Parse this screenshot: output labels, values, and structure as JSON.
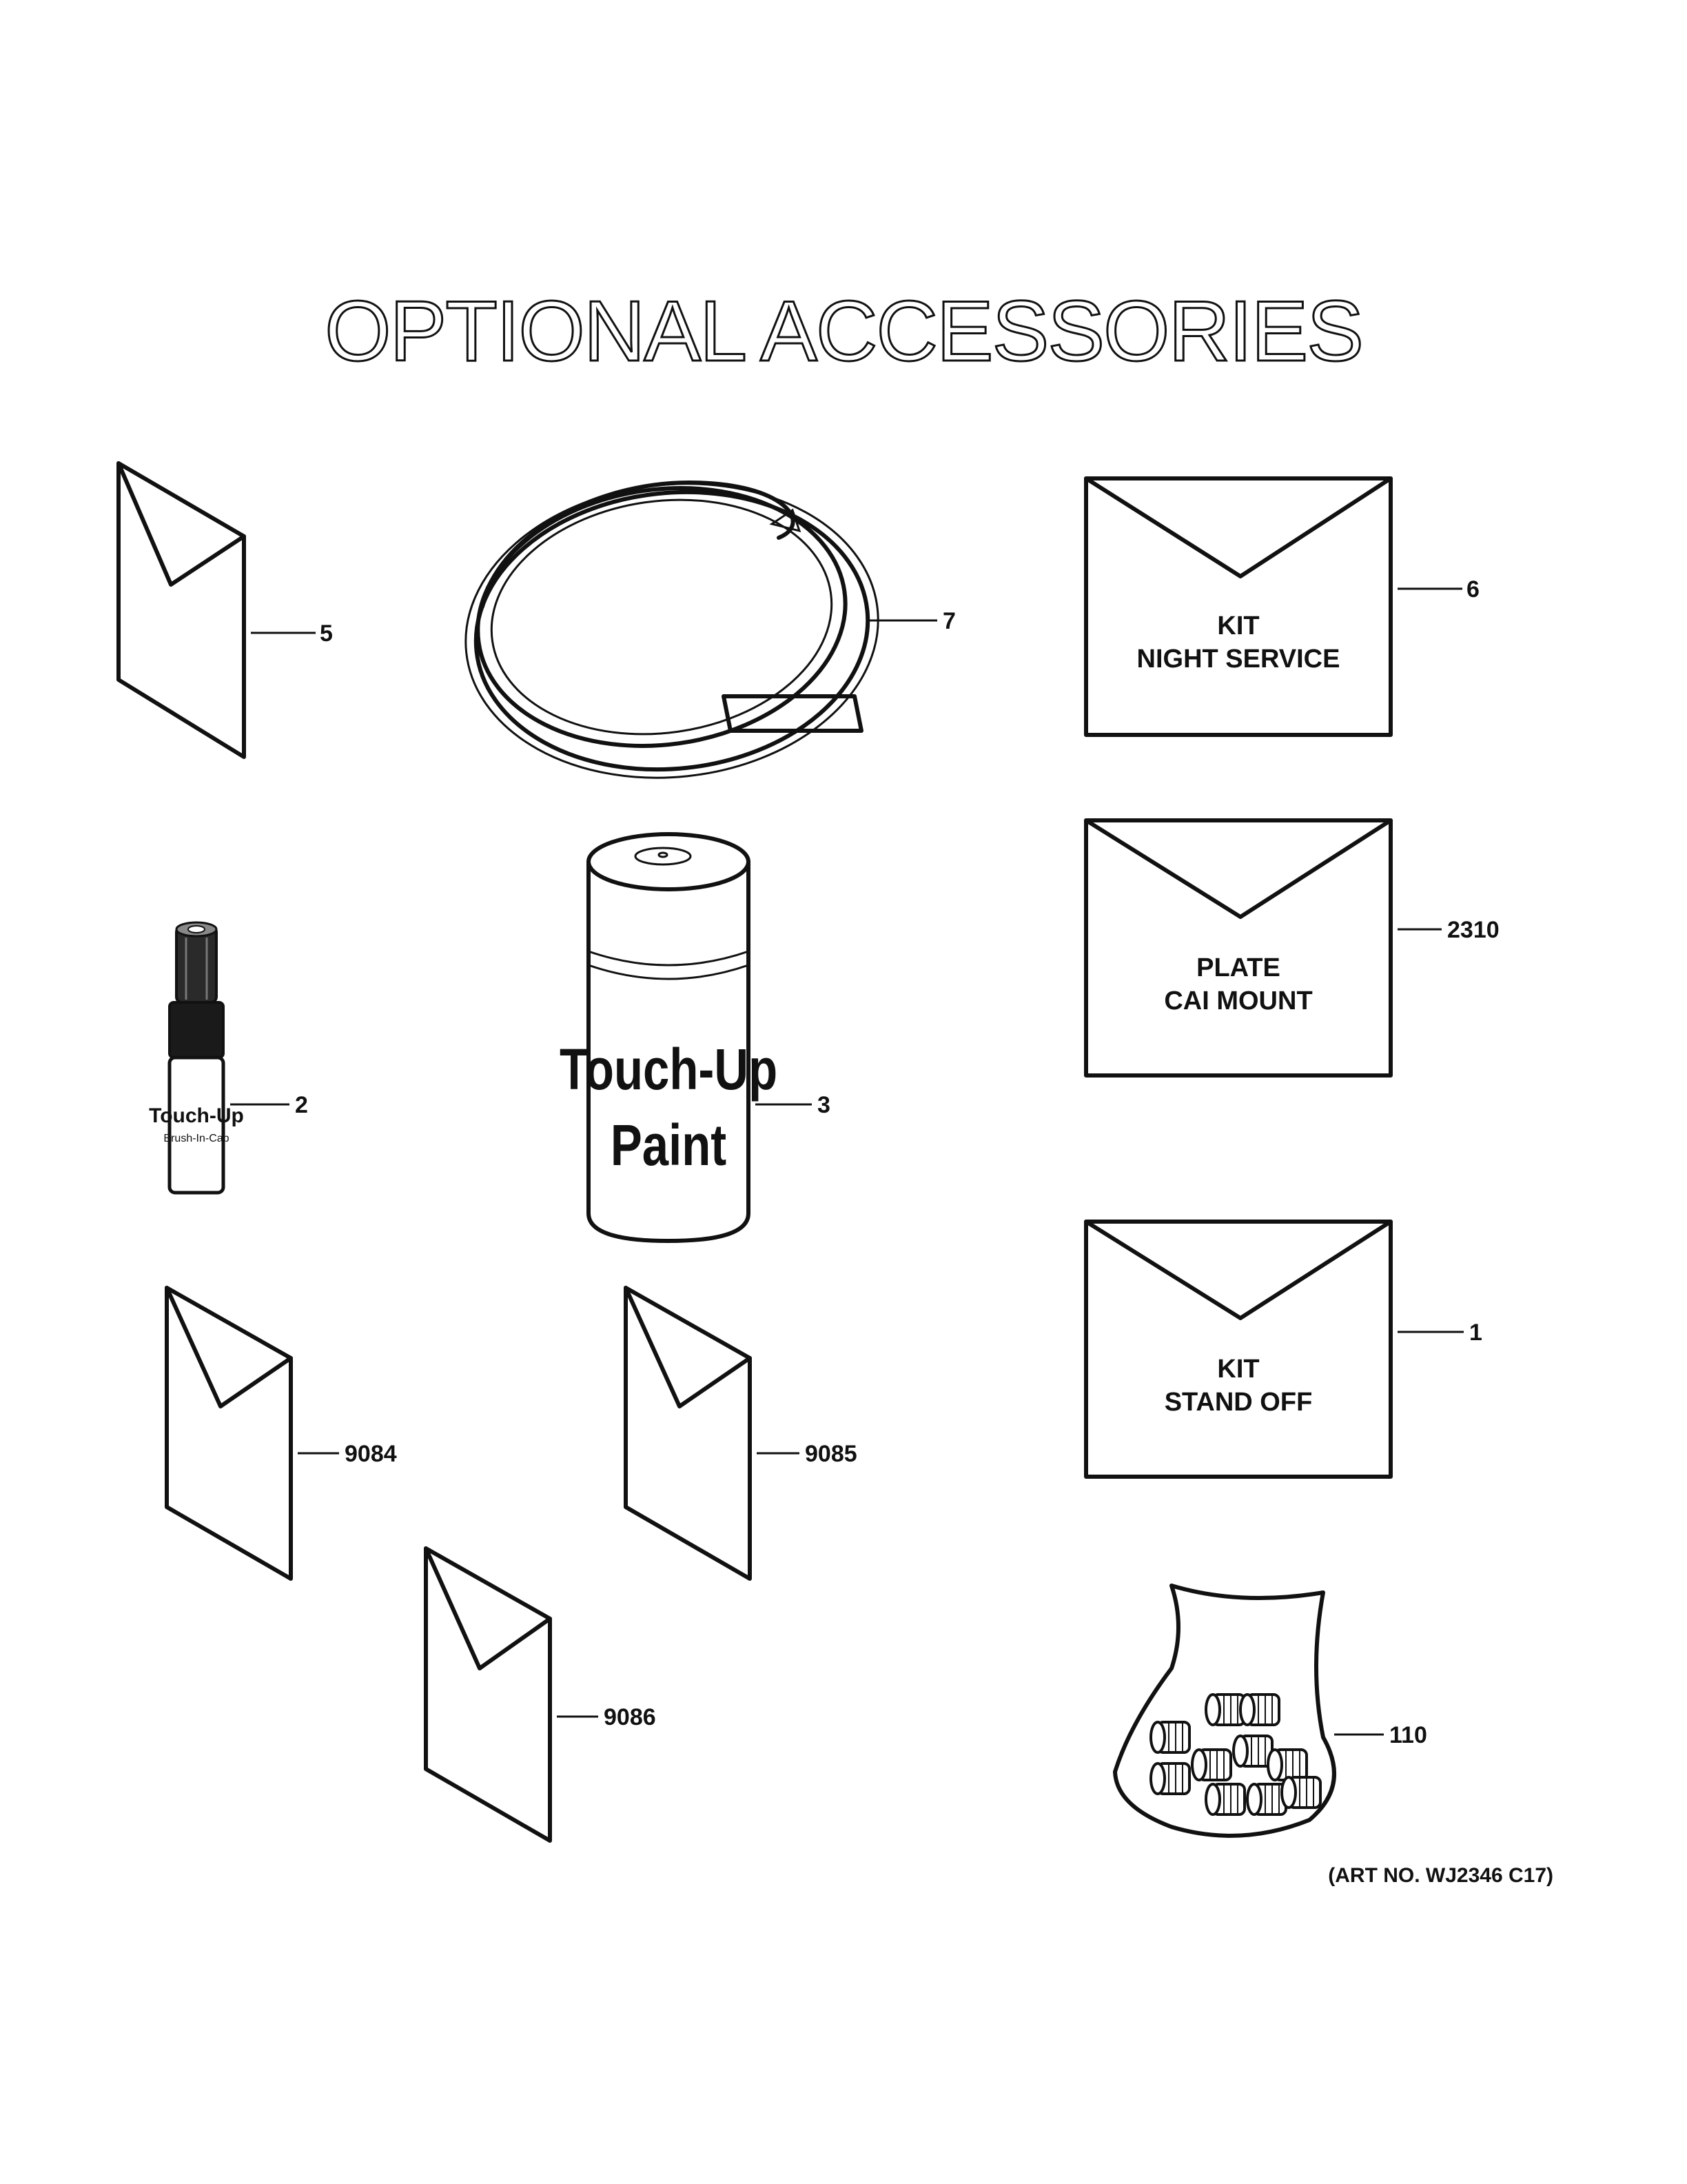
{
  "title": "OPTIONAL ACCESSORIES",
  "art_number": "(ART NO. WJ2346 C17)",
  "callouts": {
    "c5": "5",
    "c7": "7",
    "c6": "6",
    "c2310": "2310",
    "c2": "2",
    "c3": "3",
    "c1": "1",
    "c9084": "9084",
    "c9085": "9085",
    "c9086": "9086",
    "c110": "110"
  },
  "envelopes": {
    "night_service": {
      "line1": "KIT",
      "line2": "NIGHT SERVICE"
    },
    "cai_mount": {
      "line1": "PLATE",
      "line2": "CAI MOUNT"
    },
    "stand_off": {
      "line1": "KIT",
      "line2": "STAND OFF"
    }
  },
  "touch_up_pen": {
    "line1": "Touch-Up",
    "line2": "Brush-In-Cap"
  },
  "spray_can": {
    "line1": "Touch-Up",
    "line2": "Paint"
  }
}
